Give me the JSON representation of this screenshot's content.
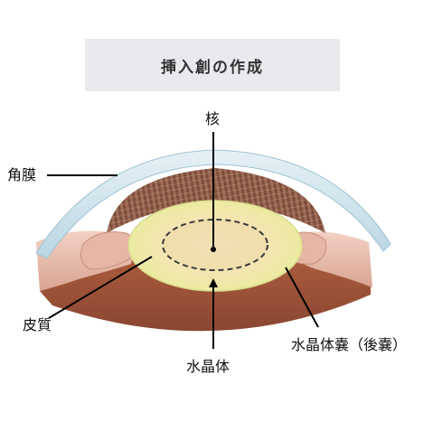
{
  "title": "挿入創の作成",
  "labels": {
    "nucleus": "核",
    "cornea": "角膜",
    "cortex": "皮質",
    "lens": "水晶体",
    "capsule": "水晶体嚢（後嚢）"
  },
  "colors": {
    "title_bg": "#e8eaed",
    "cornea": "#d2e6ef",
    "iris": "#8c5a46",
    "choroid": "#9b5238",
    "lens_outer": "#eef0a8",
    "lens_inner": "#f3e3b4",
    "leader_line": "#000000"
  }
}
